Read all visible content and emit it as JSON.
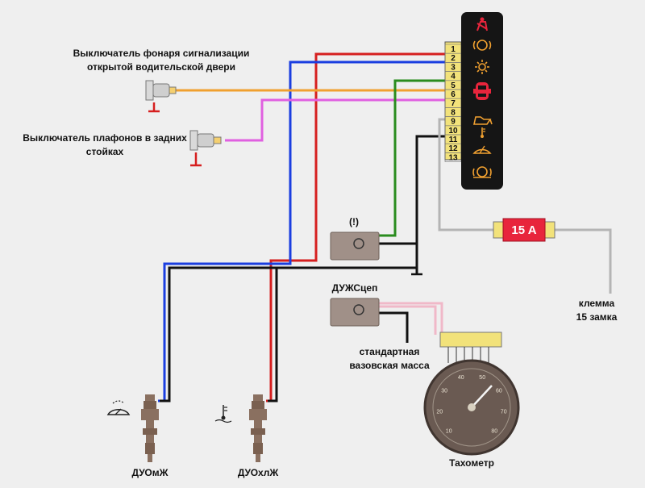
{
  "labels": {
    "door_switch_line1": "Выключатель фонаря сигнализации",
    "door_switch_line2": "открытой водительской двери",
    "rear_switch_line1": "Выключатель плафонов в задних",
    "rear_switch_line2": "стойках",
    "brake_symbol": "(!)",
    "duzh_label": "ДУЖСцеп",
    "ground_line1": "стандартная",
    "ground_line2": "вазовская масса",
    "terminal_line1": "клемма",
    "terminal_line2": "15 замка",
    "duom_label": "ДУОмЖ",
    "duohl_label": "ДУОхлЖ",
    "tacho_label": "Тахометр"
  },
  "fuse": {
    "label": "15 A",
    "color": "#e8253c"
  },
  "connector": {
    "pins": [
      "1",
      "2",
      "3",
      "4",
      "5",
      "6",
      "7",
      "8",
      "9",
      "10",
      "11",
      "12",
      "13"
    ]
  },
  "tacho": {
    "ticks": [
      "10",
      "20",
      "30",
      "40",
      "50",
      "60",
      "70",
      "80"
    ]
  },
  "colors": {
    "red": "#d61f1f",
    "blue": "#1a3ee0",
    "orange": "#f0a030",
    "magenta": "#e060e0",
    "green": "#2a8c1e",
    "black": "#111111",
    "gray": "#b4b4b4",
    "pink": "#f0b8c8"
  },
  "icons": [
    "seatbelt-icon",
    "brake-fluid-icon",
    "parking-brake-icon",
    "door-open-icon",
    "oil-pressure-icon",
    "coolant-temp-icon",
    "washer-fluid-icon",
    "brake-pad-icon"
  ]
}
